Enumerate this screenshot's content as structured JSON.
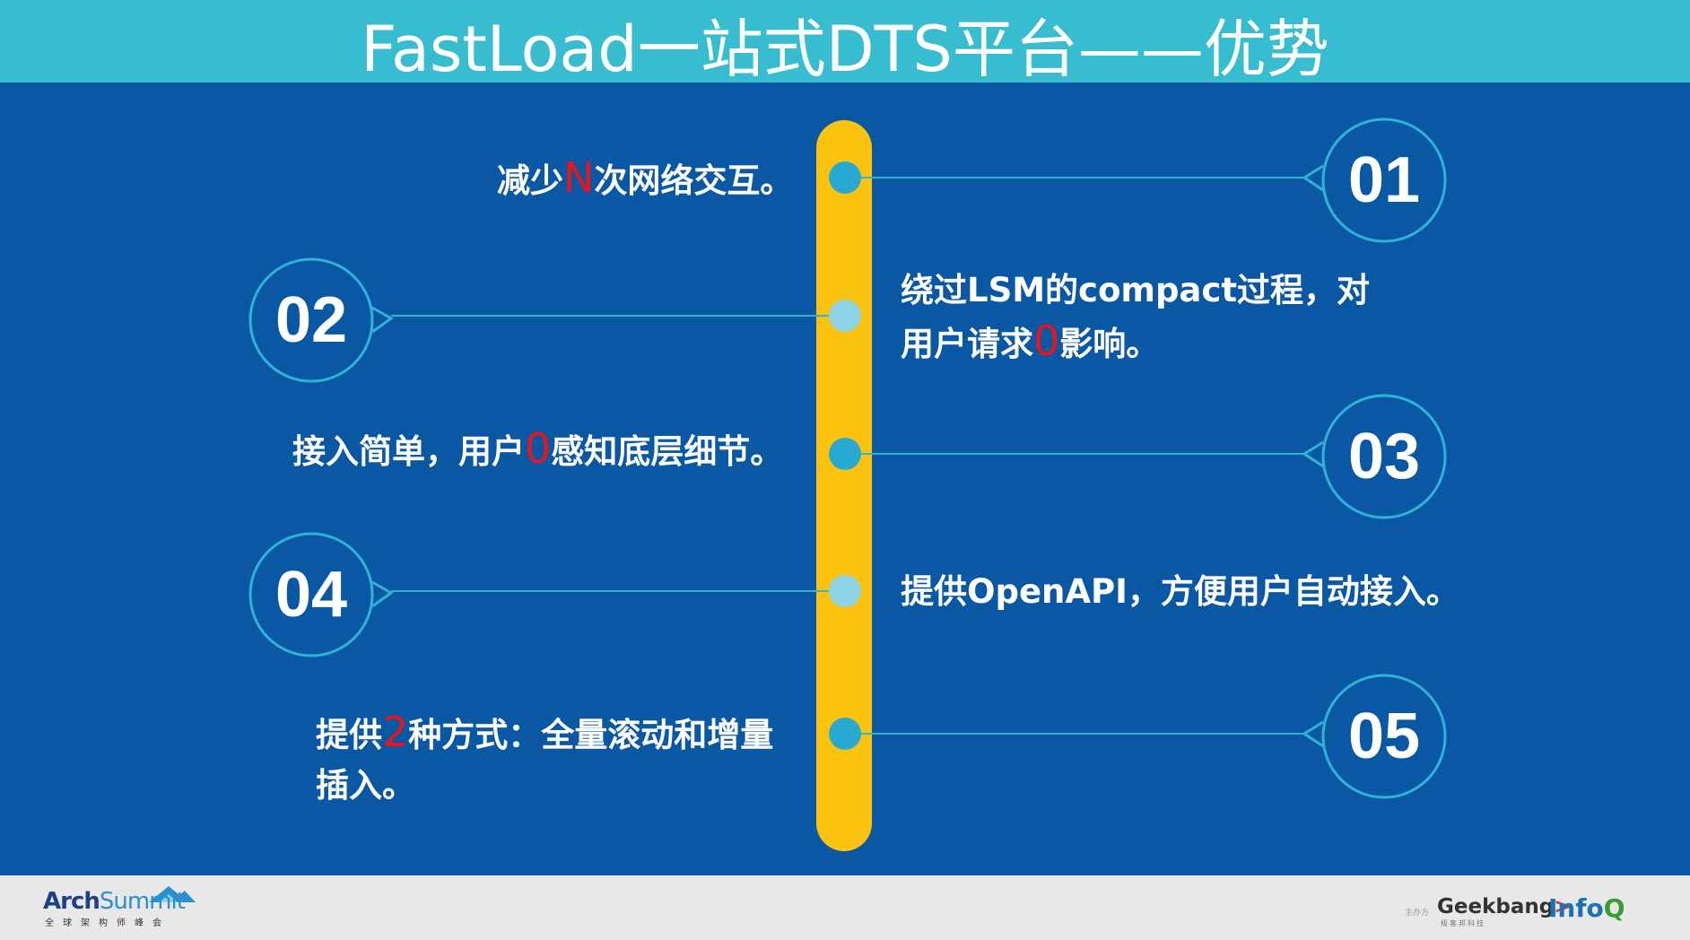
{
  "title": "FastLoad一站式DTS平台——优势",
  "items": [
    {
      "num": "01",
      "text": {
        "before": "减少",
        "highlight": "N",
        "after": "次网络交互。"
      }
    },
    {
      "num": "02",
      "text": {
        "line1": "绕过LSM的compact过程，对",
        "line2_before": "用户请求",
        "highlight": "0",
        "line2_after": "影响。"
      }
    },
    {
      "num": "03",
      "text": {
        "before": "接入简单，用户",
        "highlight": "0",
        "after": "感知底层细节。"
      }
    },
    {
      "num": "04",
      "text": {
        "line1": "提供OpenAPI，方便用户自动接入。"
      }
    },
    {
      "num": "05",
      "text": {
        "before": "提供",
        "highlight": "2",
        "after": "种方式：全量滚动和增量",
        "line2": "插入。"
      }
    }
  ],
  "footer": {
    "logo_left": {
      "arch": "Arch",
      "summit": "Summit",
      "sub": "全球架构师峰会"
    },
    "sponsor_label": "主办方",
    "geekbang": {
      "main": "Geekbang",
      "arrow": ">",
      "sub": "极客邦科技"
    },
    "infoq": {
      "info": "Info",
      "q": "Q"
    }
  },
  "colors": {
    "title_bar": "#38bccf",
    "background": "#0a57a4",
    "spine": "#fcc210",
    "highlight": "#e8151f",
    "ring": "#2fb4d6"
  }
}
